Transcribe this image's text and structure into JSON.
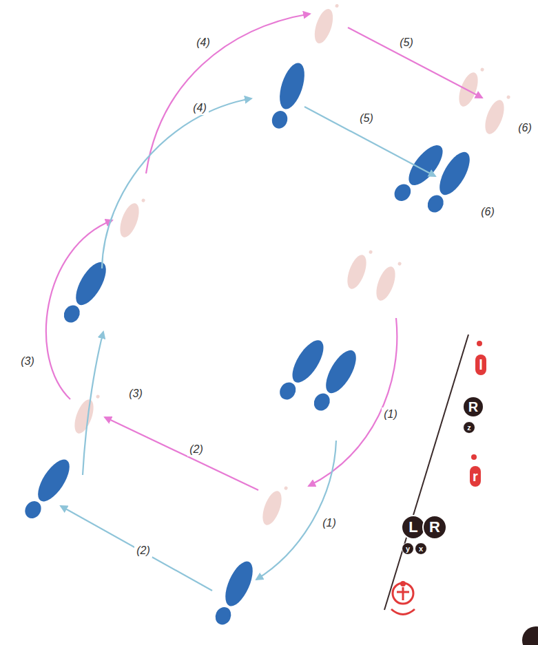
{
  "diagram": {
    "nodes": [
      {
        "text": [
          "l"
        ]
      },
      {
        "text": [
          "R"
        ]
      },
      {
        "text": [
          "z"
        ]
      },
      {
        "text": [
          "r"
        ]
      },
      {
        "text": [
          "L"
        ]
      },
      {
        "text": [
          "R"
        ]
      },
      {
        "text": [
          "y"
        ]
      },
      {
        "text": [
          "x"
        ]
      }
    ],
    "labels": [
      "(4)",
      "(5)",
      "(4)",
      "(5)",
      "(6)",
      "(6)",
      "(3)",
      "(1)",
      "(3)",
      "(2)",
      "(1)",
      "(2)"
    ]
  }
}
